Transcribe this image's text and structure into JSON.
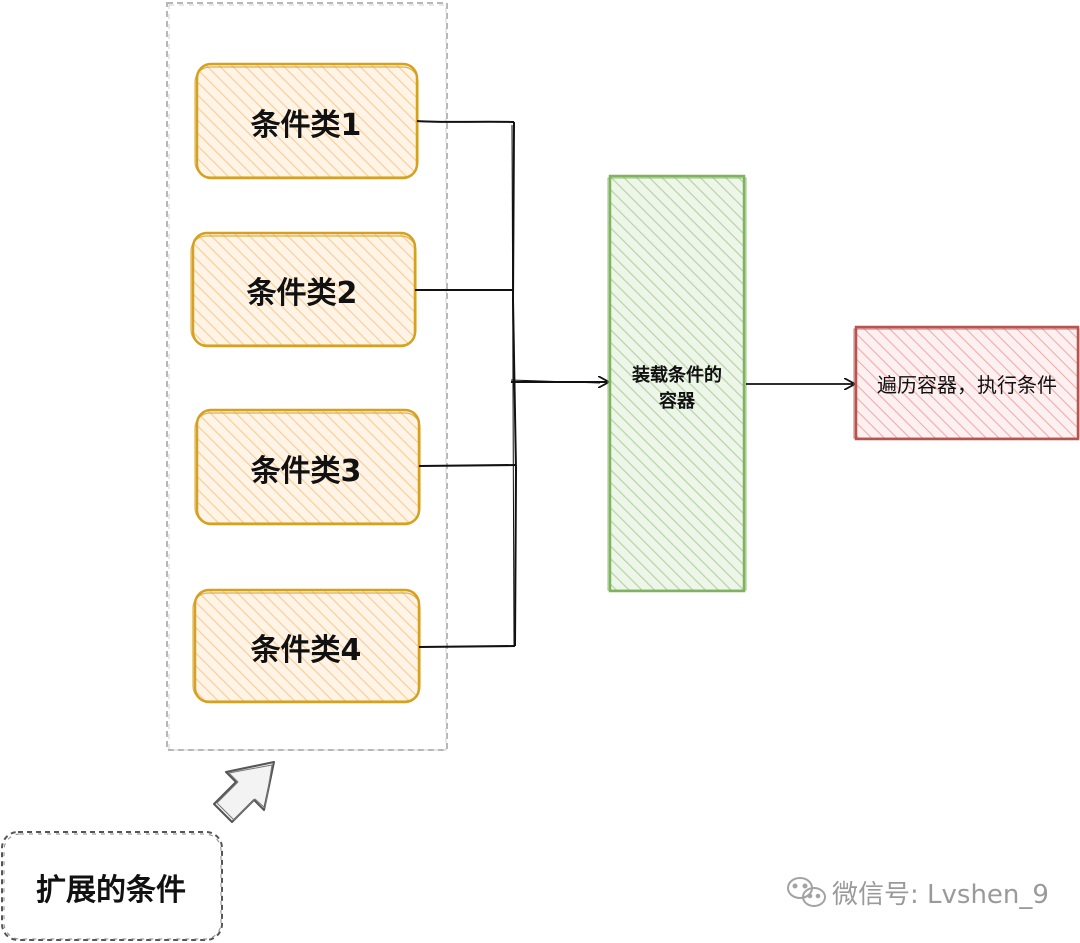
{
  "diagram": {
    "condition_classes": [
      {
        "label": "条件类1"
      },
      {
        "label": "条件类2"
      },
      {
        "label": "条件类3"
      },
      {
        "label": "条件类4"
      }
    ],
    "container": {
      "label_line1": "装载条件的",
      "label_line2": "容器"
    },
    "result": {
      "label": "遍历容器，执行条件"
    },
    "extended_group": {
      "label": "扩展的条件"
    },
    "watermark": {
      "text": "微信号: Lvshen_9",
      "icon": "wechat-icon"
    },
    "colors": {
      "condition_fill": "#fde0bd",
      "condition_stroke": "#d6a020",
      "container_fill": "#cde5c3",
      "container_stroke": "#7fb35f",
      "result_fill": "#f5c9c9",
      "result_stroke": "#b85450",
      "group_stroke": "#b8b8b8",
      "arrow_stroke": "#111111"
    }
  }
}
